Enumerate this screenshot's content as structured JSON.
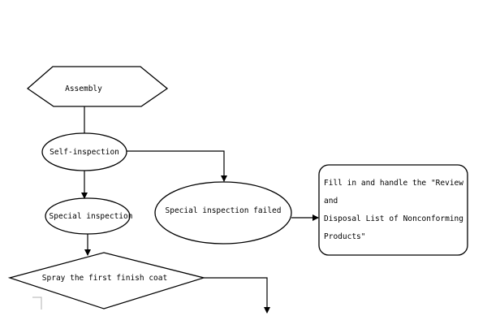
{
  "nodes": {
    "assembly": "Assembly",
    "self_inspection": "Self-inspection",
    "special_inspection": "Special inspection",
    "special_inspection_failed": "Special inspection failed",
    "spray_first_finish_coat": "Spray the first finish  coat",
    "review_disposal_line1": "Fill  in  and  handle  the  \"Review and",
    "review_disposal_line2": "Disposal List of Nonconforming Products\""
  }
}
